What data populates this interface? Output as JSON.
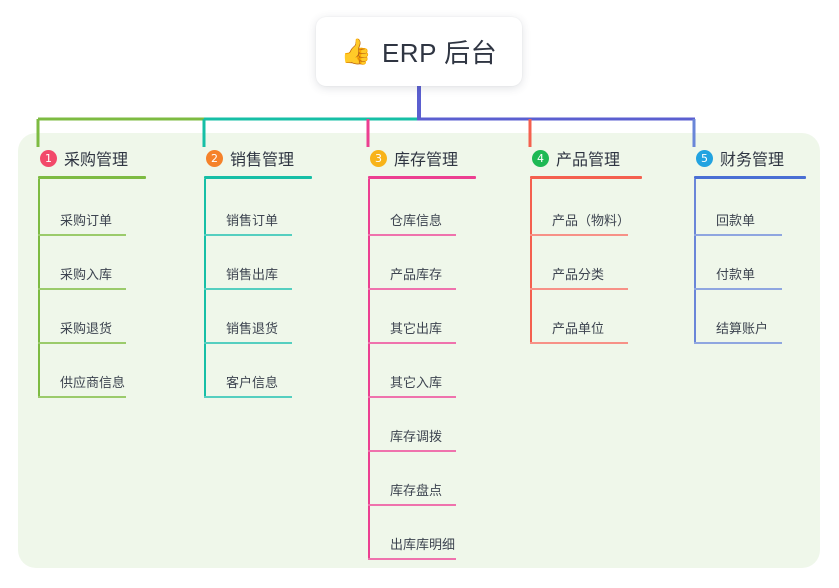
{
  "diagram": {
    "type": "org-tree",
    "root": {
      "icon": "thumbs-up-icon",
      "emoji": "👍",
      "title": "ERP 后台"
    },
    "connector_colors": {
      "stem": "#5b5fd0",
      "segment_green": "#7dbb42",
      "segment_teal": "#16bfa6",
      "segment_indigo": "#5b5fd0"
    },
    "panel_bg": "#eff7ea",
    "columns": [
      {
        "number": "1",
        "title": "采购管理",
        "badge_color": "#f2496a",
        "rule_color": "#7dbb42",
        "leaf_rule_color": "#9bcb6b",
        "rail_color": "#7dbb42",
        "items": [
          "采购订单",
          "采购入库",
          "采购退货",
          "供应商信息"
        ]
      },
      {
        "number": "2",
        "title": "销售管理",
        "badge_color": "#f5822a",
        "rule_color": "#16bfa6",
        "leaf_rule_color": "#55cfc0",
        "rail_color": "#16bfa6",
        "items": [
          "销售订单",
          "销售出库",
          "销售退货",
          "客户信息"
        ]
      },
      {
        "number": "3",
        "title": "库存管理",
        "badge_color": "#f8b319",
        "rule_color": "#ec3f91",
        "leaf_rule_color": "#ef72ad",
        "rail_color": "#ec3f91",
        "items": [
          "仓库信息",
          "产品库存",
          "其它出库",
          "其它入库",
          "库存调拨",
          "库存盘点",
          "出库库明细"
        ]
      },
      {
        "number": "4",
        "title": "产品管理",
        "badge_color": "#1db954",
        "rule_color": "#f4604f",
        "leaf_rule_color": "#f79187",
        "rail_color": "#f4604f",
        "items": [
          "产品（物料）",
          "产品分类",
          "产品单位"
        ]
      },
      {
        "number": "5",
        "title": "财务管理",
        "badge_color": "#22a3e0",
        "rule_color": "#4a6fd4",
        "leaf_rule_color": "#8fa6e0",
        "rail_color": "#6a86d8",
        "items": [
          "回款单",
          "付款单",
          "结算账户"
        ]
      }
    ]
  }
}
